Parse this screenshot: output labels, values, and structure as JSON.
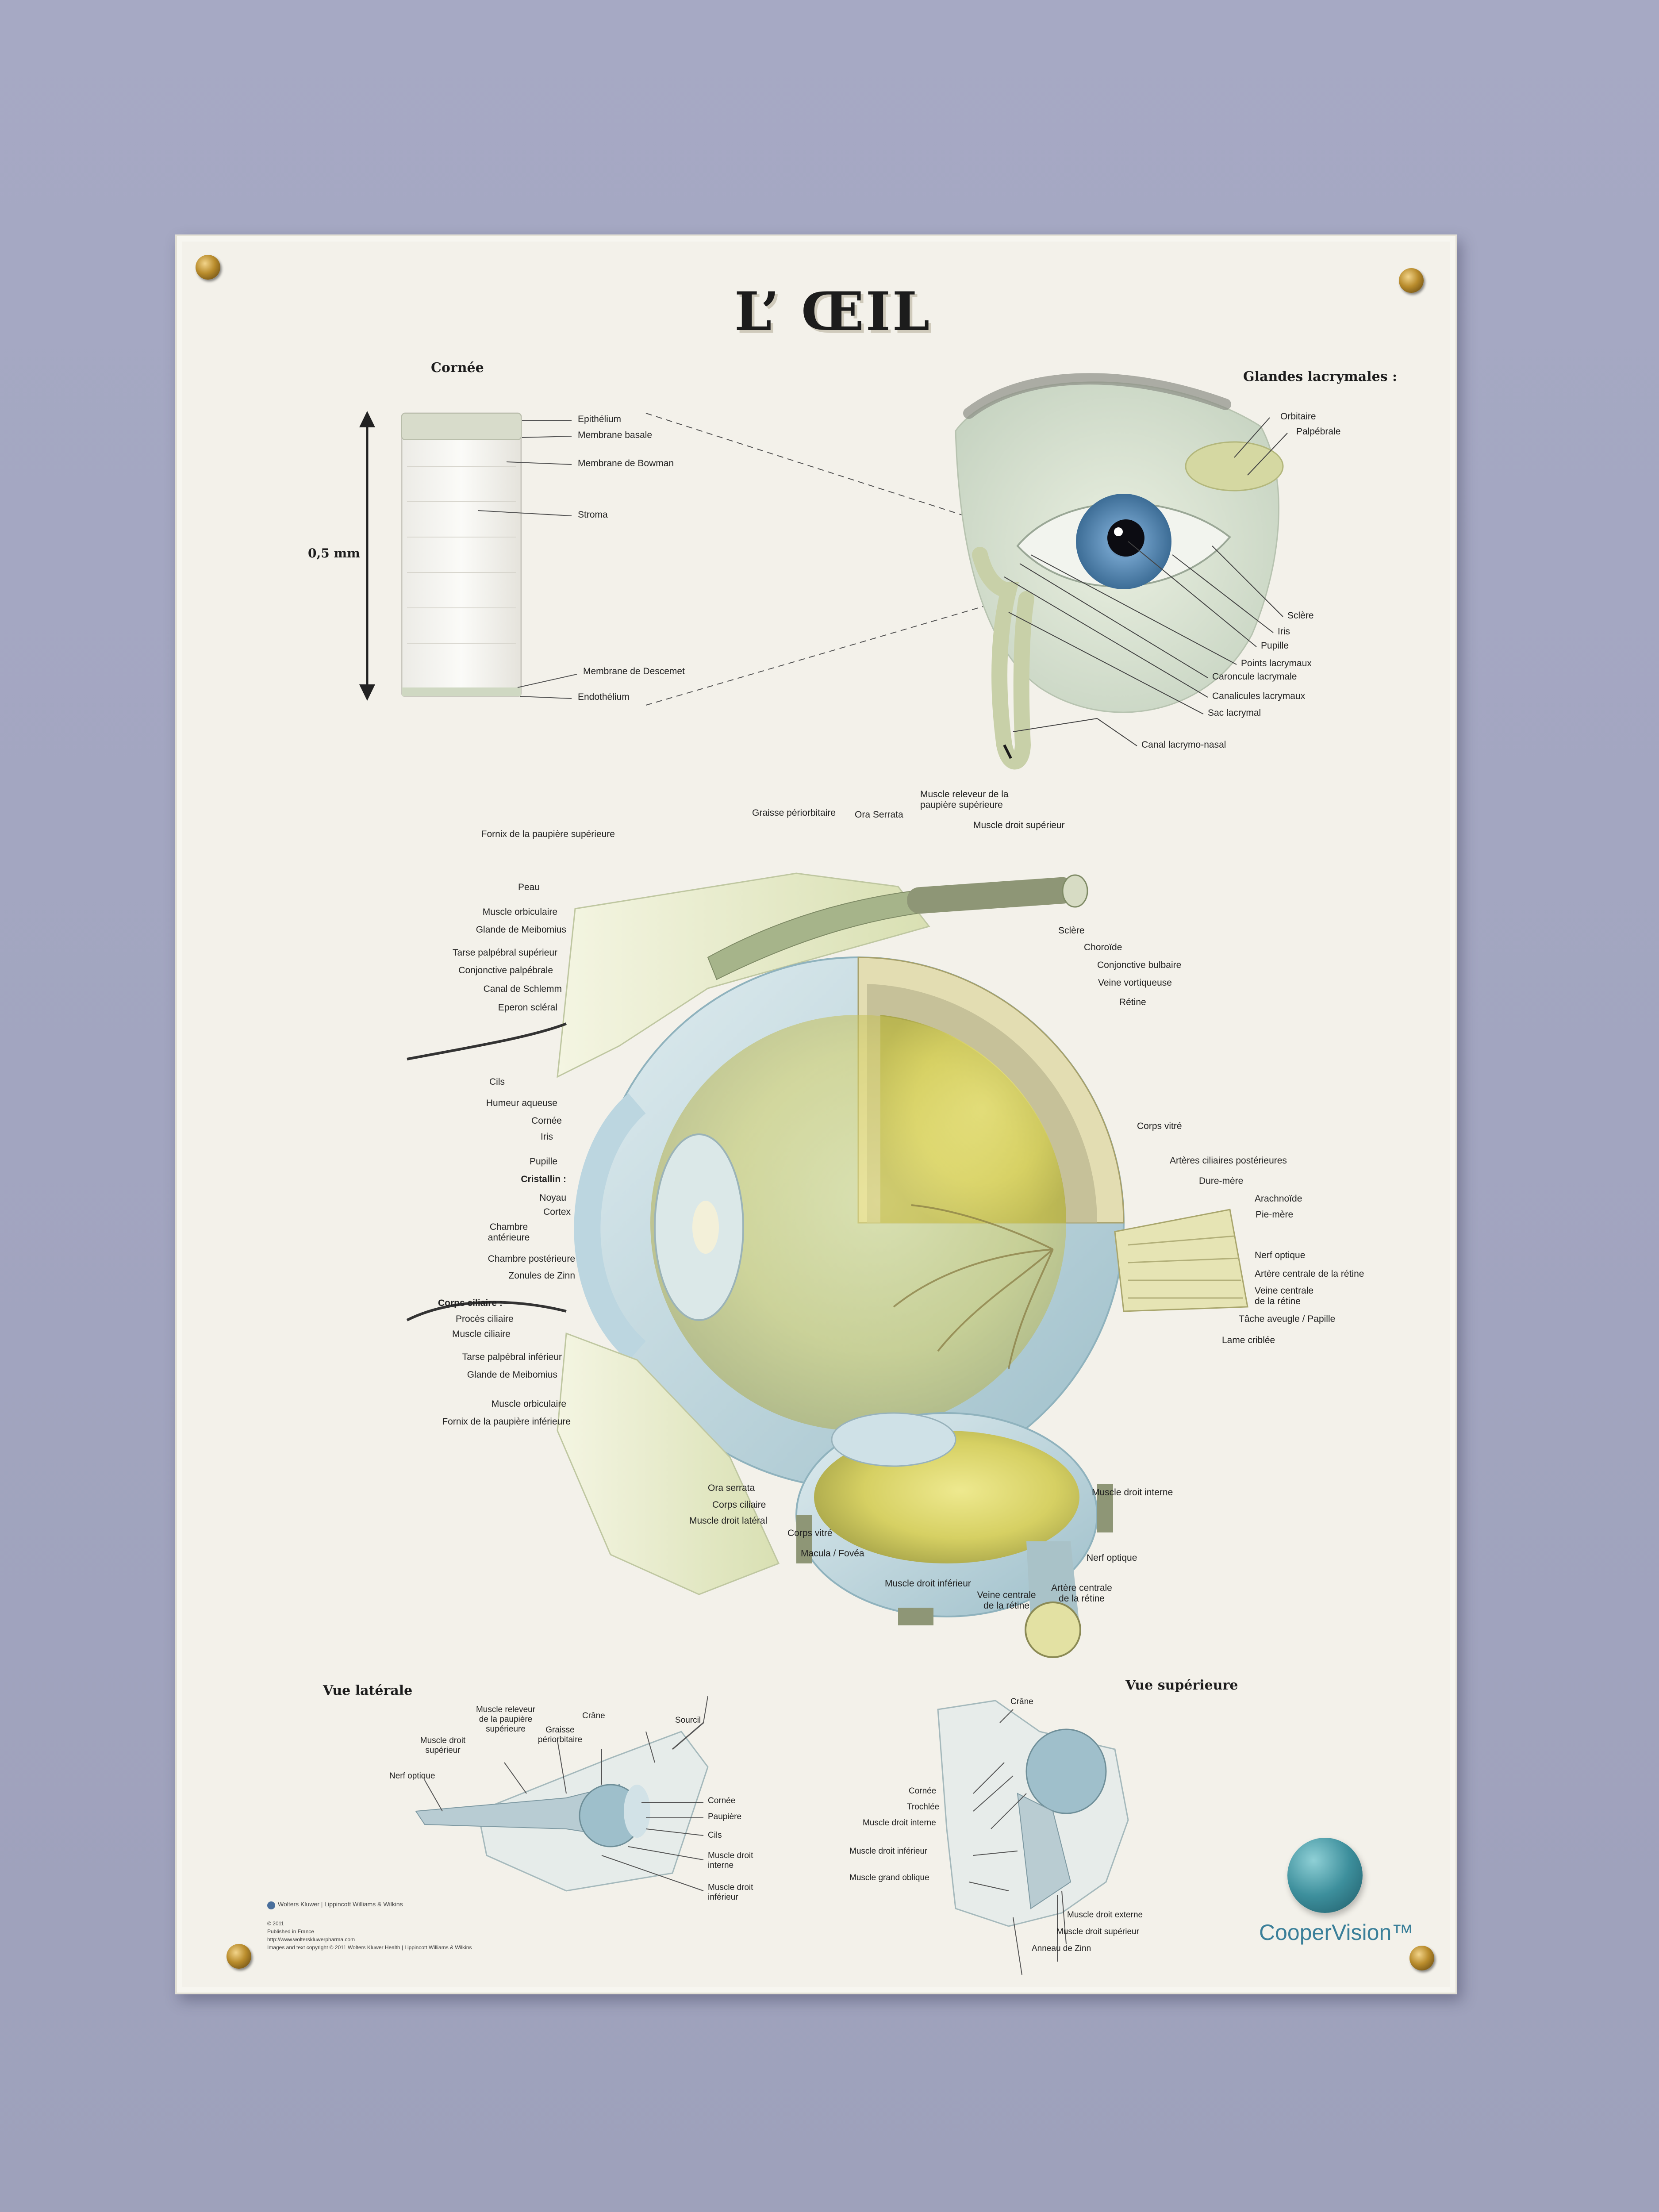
{
  "title": "L’ ŒIL",
  "cornea": {
    "heading": "Cornée",
    "scale": "0,5 mm",
    "labels": [
      "Epithélium",
      "Membrane basale",
      "Membrane de Bowman",
      "Stroma",
      "Membrane de Descemet",
      "Endothélium"
    ]
  },
  "lacrimal": {
    "heading": "Glandes lacrymales :",
    "labels": [
      "Orbitaire",
      "Palpébrale",
      "Sclère",
      "Iris",
      "Pupille",
      "Points lacrymaux",
      "Caroncule lacrymale",
      "Canalicules lacrymaux",
      "Sac lacrymal",
      "Canal lacrymo-nasal"
    ]
  },
  "main": {
    "top": [
      "Graisse périorbitaire",
      "Ora Serrata",
      "Muscle releveur de la paupière supérieure",
      "Muscle droit supérieur"
    ],
    "left": [
      "Fornix de la paupière supérieure",
      "Peau",
      "Muscle orbiculaire",
      "Glande de Meibomius",
      "Tarse palpébral supérieur",
      "Conjonctive palpébrale",
      "Canal de Schlemm",
      "Eperon scléral",
      "Cils",
      "Humeur aqueuse",
      "Cornée",
      "Iris",
      "Pupille",
      "Cristallin :",
      "Noyau",
      "Cortex",
      "Chambre antérieure",
      "Chambre postérieure",
      "Zonules de Zinn",
      "Corps ciliaire :",
      "Procès ciliaire",
      "Muscle ciliaire",
      "Tarse palpébral inférieur",
      "Glande de Meibomius",
      "Muscle orbiculaire",
      "Fornix de la paupière inférieure"
    ],
    "right": [
      "Sclère",
      "Choroïde",
      "Conjonctive bulbaire",
      "Veine vortiqueuse",
      "Rétine",
      "Corps vitré",
      "Artères ciliaires postérieures",
      "Dure-mère",
      "Arachnoïde",
      "Pie-mère",
      "Nerf optique",
      "Artère centrale de la rétine",
      "Veine centrale de la rétine",
      "Tâche aveugle / Papille",
      "Lame criblée"
    ],
    "bottom": [
      "Ora serrata",
      "Corps ciliaire",
      "Muscle droit latéral",
      "Corps vitré",
      "Macula / Fovéa",
      "Muscle droit inférieur",
      "Veine centrale de la rétine",
      "Artère centrale de la rétine",
      "Nerf optique",
      "Muscle droit interne"
    ]
  },
  "lateral": {
    "heading": "Vue latérale",
    "labels": [
      "Muscle releveur de la paupière supérieure",
      "Crâne",
      "Sourcil",
      "Graisse périorbitaire",
      "Muscle droit supérieur",
      "Nerf optique",
      "Cornée",
      "Paupière",
      "Cils",
      "Muscle droit interne",
      "Muscle droit inférieur"
    ]
  },
  "superior": {
    "heading": "Vue supérieure",
    "labels": [
      "Crâne",
      "Cornée",
      "Trochlée",
      "Muscle droit interne",
      "Muscle droit inférieur",
      "Muscle grand oblique",
      "Muscle droit externe",
      "Muscle droit supérieur",
      "Anneau de Zinn"
    ]
  },
  "footer": {
    "publisher": "Wolters Kluwer | Lippincott Williams & Wilkins",
    "year": "© 2011",
    "published": "Published in France",
    "url": "http://www.wolterskluwerpharma.com",
    "copyright": "Images and text copyright © 2011 Wolters Kluwer Health | Lippincott Williams & Wilkins"
  },
  "brand": "CooperVision™",
  "colors": {
    "wall": "#a4a7c2",
    "poster": "#f3f1ea",
    "vitreous": "#d8d36a",
    "sclera": "#b9d3dc",
    "brand": "#3a7f99"
  }
}
